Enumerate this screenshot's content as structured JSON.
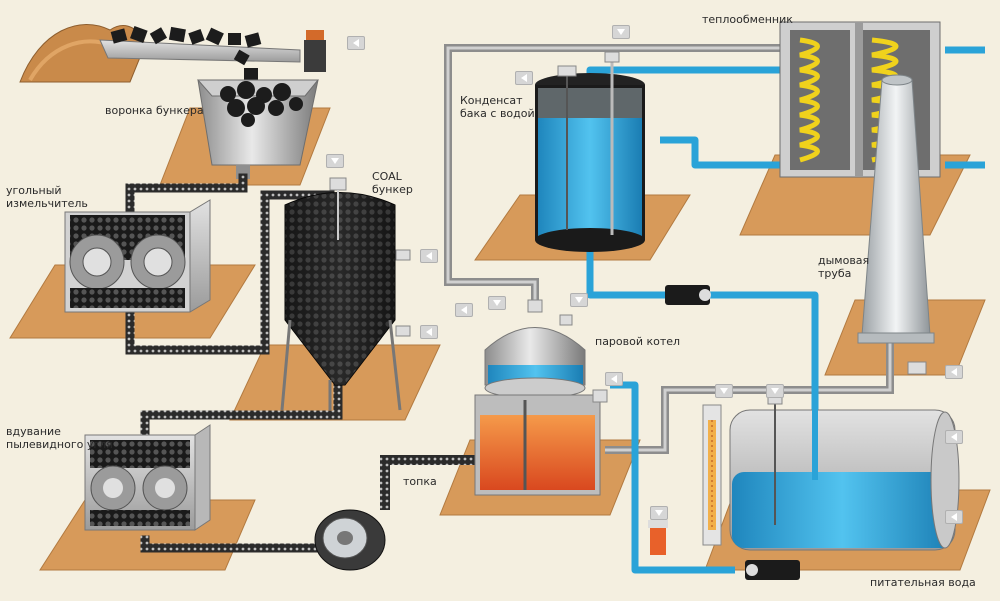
{
  "labels": {
    "hopper": "воронка бункера",
    "crusher": "угольный\nизмельчитель",
    "coal_bunker": "COAL\nбункер",
    "blower": "вдувание\nпылевидного угля",
    "furnace": "топка",
    "condensate_tank": "Конденсат\nбака с водой",
    "heat_exchanger": "теплообменник",
    "chimney": "дымовая\nтруба",
    "steam_boiler": "паровой котел",
    "feed_water": "питательная вода"
  },
  "colors": {
    "background": "#f4efe0",
    "platform": "#d79a5a",
    "water": "#2aa3d8",
    "coal_pipe": "#2b2b2b",
    "fire": "#e8612a"
  }
}
